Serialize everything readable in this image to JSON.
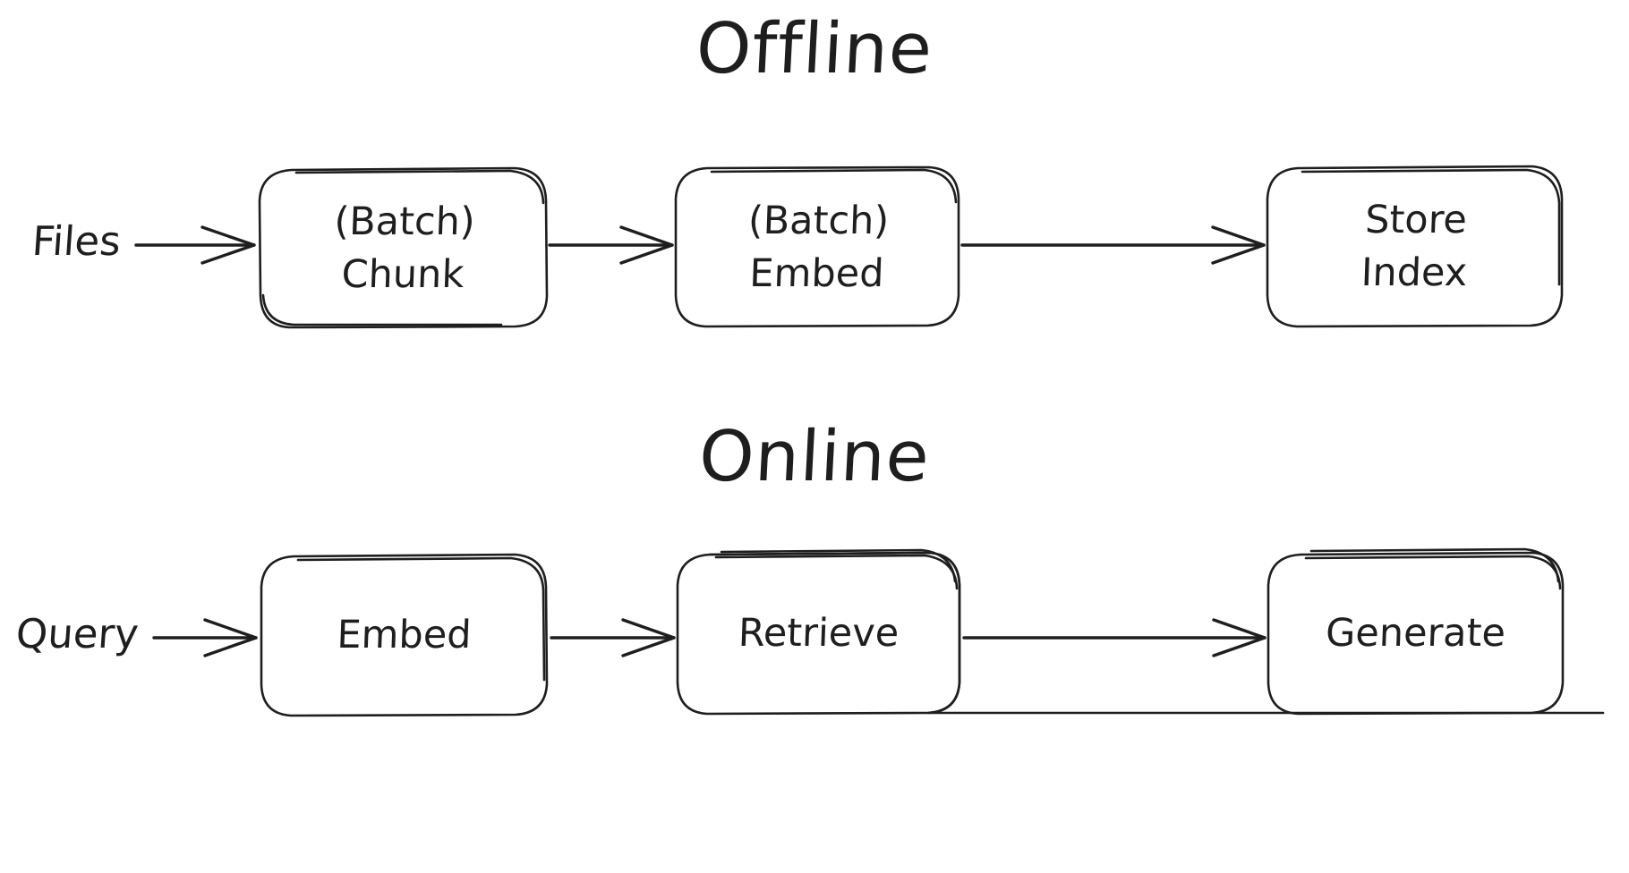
{
  "diagram": {
    "title_style": "hand-drawn sketch",
    "background_color": "#ffffff",
    "stroke_color": "#1e1e1e",
    "sections": [
      {
        "id": "offline",
        "heading": "Offline",
        "input_label": "Files",
        "nodes": [
          {
            "id": "batch-chunk",
            "line1": "(Batch)",
            "line2": "Chunk"
          },
          {
            "id": "batch-embed",
            "line1": "(Batch)",
            "line2": "Embed"
          },
          {
            "id": "store-index",
            "line1": "Store",
            "line2": "Index"
          }
        ],
        "arrows": [
          "Files → (Batch) Chunk",
          "(Batch) Chunk → (Batch) Embed",
          "(Batch) Embed → Store Index"
        ]
      },
      {
        "id": "online",
        "heading": "Online",
        "input_label": "Query",
        "nodes": [
          {
            "id": "embed",
            "line1": "Embed",
            "line2": ""
          },
          {
            "id": "retrieve",
            "line1": "Retrieve",
            "line2": ""
          },
          {
            "id": "generate",
            "line1": "Generate",
            "line2": ""
          }
        ],
        "arrows": [
          "Query → Embed",
          "Embed → Retrieve",
          "Retrieve → Generate"
        ]
      }
    ]
  }
}
